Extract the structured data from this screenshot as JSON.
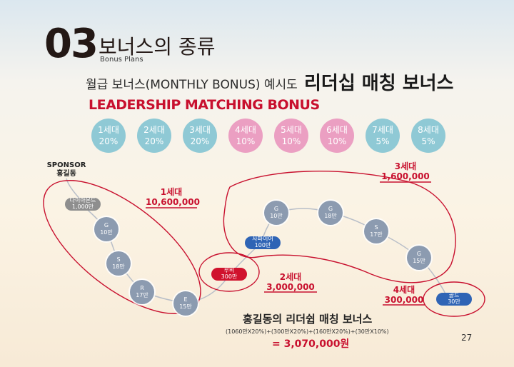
{
  "header": {
    "number": "03",
    "title": "보너스의 종류",
    "subtitle_en": "Bonus Plans"
  },
  "headline": {
    "prefix": "월급 보너스(MONTHLY BONUS) 예시도",
    "emphasis": "리더십 매칭 보너스",
    "english": "LEADERSHIP MATCHING BONUS"
  },
  "generations": [
    {
      "gen": "1세대",
      "rate": "20%",
      "color": "#8fc9d5"
    },
    {
      "gen": "2세대",
      "rate": "20%",
      "color": "#8fc9d5"
    },
    {
      "gen": "3세대",
      "rate": "20%",
      "color": "#8fc9d5"
    },
    {
      "gen": "4세대",
      "rate": "10%",
      "color": "#eb9fc2"
    },
    {
      "gen": "5세대",
      "rate": "10%",
      "color": "#eb9fc2"
    },
    {
      "gen": "6세대",
      "rate": "10%",
      "color": "#eb9fc2"
    },
    {
      "gen": "7세대",
      "rate": "5%",
      "color": "#8fc9d5"
    },
    {
      "gen": "8세대",
      "rate": "5%",
      "color": "#8fc9d5"
    }
  ],
  "sponsor": {
    "label": "SPONSOR",
    "name": "홍길동"
  },
  "nodes": {
    "diamond": {
      "name": "다이아몬드",
      "value": "1,000만",
      "color": "#8e8e8e"
    },
    "g1": {
      "name": "G",
      "value": "10만"
    },
    "s1": {
      "name": "S",
      "value": "18만"
    },
    "r1": {
      "name": "R",
      "value": "17만"
    },
    "e1": {
      "name": "E",
      "value": "15만"
    },
    "ruby": {
      "name": "루비",
      "value": "300만",
      "color": "#d0122d"
    },
    "sapphire": {
      "name": "사파이어",
      "value": "100만",
      "color": "#2f64b5"
    },
    "g2": {
      "name": "G",
      "value": "10만"
    },
    "g3": {
      "name": "G",
      "value": "18만"
    },
    "s2": {
      "name": "S",
      "value": "17만"
    },
    "g4": {
      "name": "G",
      "value": "15만"
    },
    "gold": {
      "name": "골드",
      "value": "30만",
      "color": "#2f64b5"
    }
  },
  "group_labels": {
    "gen1": {
      "gen": "1세대",
      "amount": "10,600,000"
    },
    "gen2": {
      "gen": "2세대",
      "amount": "3,000,000"
    },
    "gen3": {
      "gen": "3세대",
      "amount": "1,600,000"
    },
    "gen4": {
      "gen": "4세대",
      "amount": "300,000"
    }
  },
  "summary": {
    "title": "홍길동의 리더쉽 매칭 보너스",
    "formula": "(1060만X20%)+(300만X20%)+(160만X20%)+(30만X10%)",
    "total": "= 3,070,000원"
  },
  "page_number": "27"
}
